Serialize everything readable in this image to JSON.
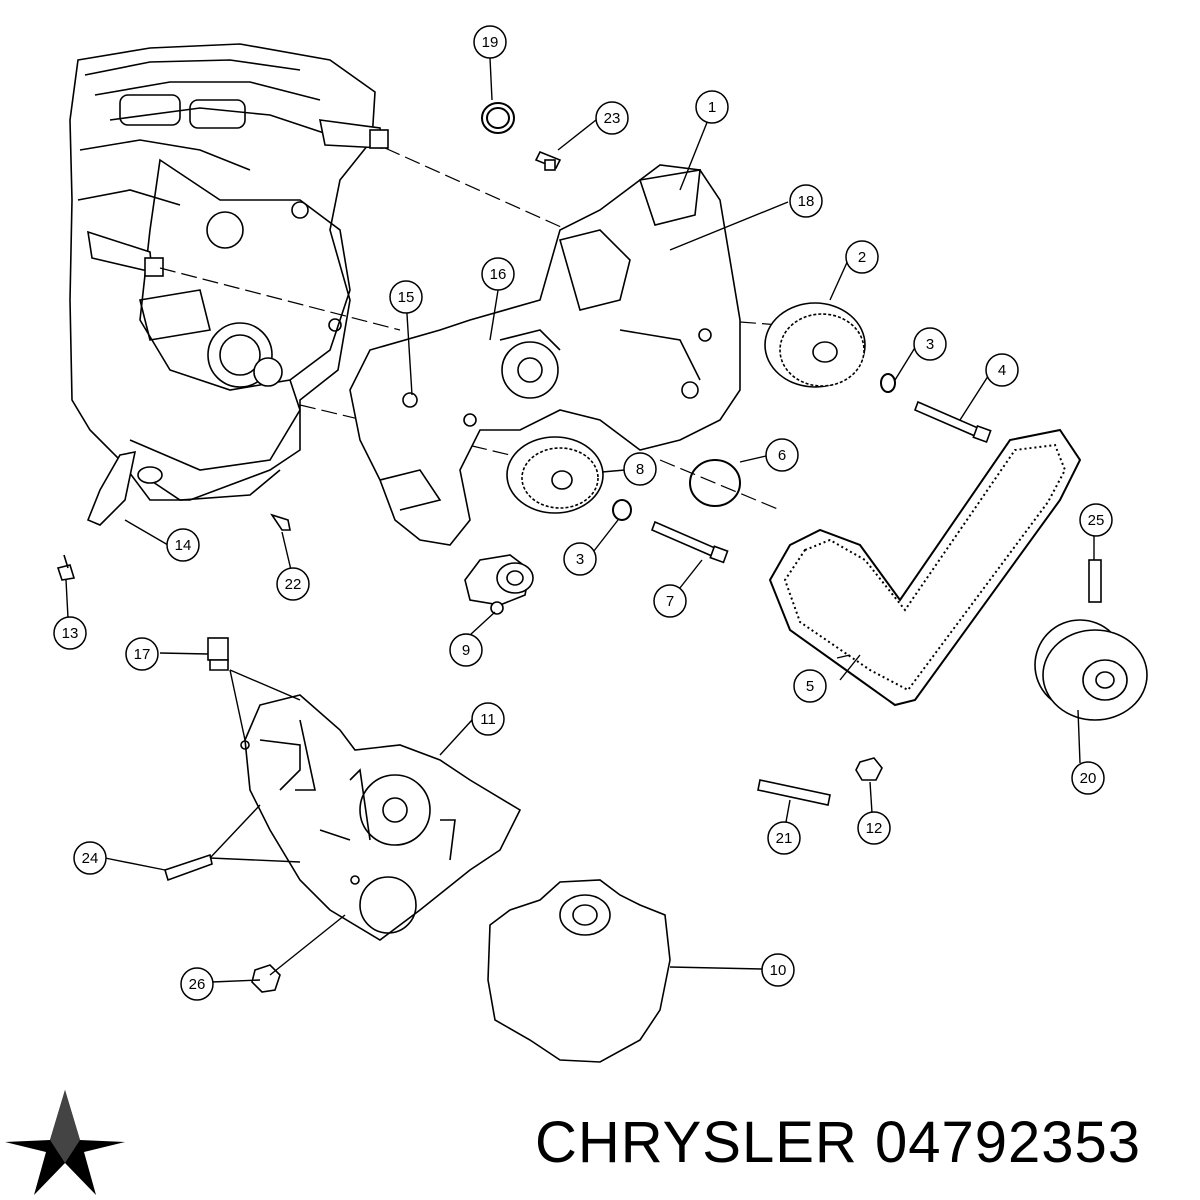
{
  "brand": {
    "name": "CHRYSLER",
    "part_number": "04792353"
  },
  "callouts": [
    "1",
    "2",
    "3",
    "3",
    "4",
    "5",
    "6",
    "7",
    "8",
    "9",
    "10",
    "11",
    "12",
    "13",
    "14",
    "15",
    "16",
    "17",
    "18",
    "19",
    "20",
    "21",
    "22",
    "23",
    "24",
    "25",
    "26"
  ],
  "colors": {
    "line": "#000000",
    "background": "#ffffff"
  }
}
